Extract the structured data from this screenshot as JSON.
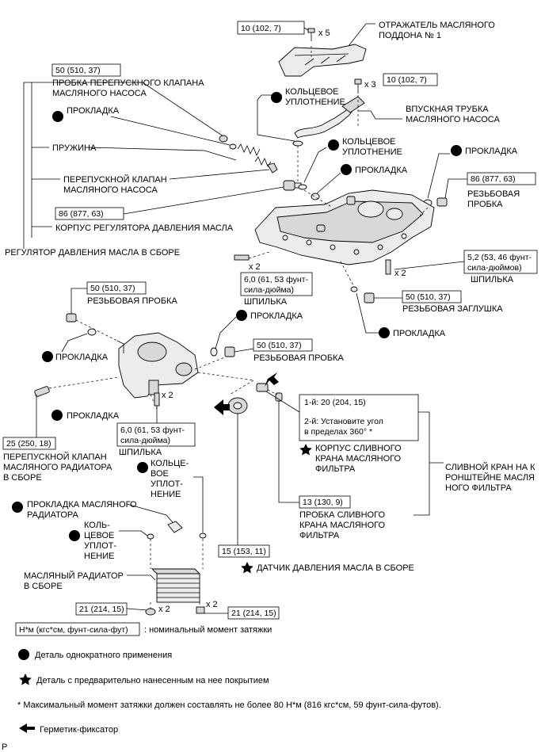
{
  "labels": {
    "baffle": [
      "ОТРАЖАТЕЛЬ МАСЛЯНОГО",
      "ПОДДОНА № 1"
    ],
    "oring_top": [
      "КОЛЬЦЕВОЕ",
      "УПЛОТНЕНИЕ"
    ],
    "inlet_pipe": [
      "ВПУСКНАЯ ТРУБКА",
      "МАСЛЯНОГО НАСОСА"
    ],
    "relief_plug": [
      "ПРОБКА ПЕРЕПУСКНОГО КЛАПАНА",
      "МАСЛЯНОГО НАСОСА"
    ],
    "gasket": "ПРОКЛАДКА",
    "spring": "ПРУЖИНА",
    "relief_valve": [
      "ПЕРЕПУСКНОЙ КЛАПАН",
      "МАСЛЯНОГО НАСОСА"
    ],
    "oring_mid": [
      "КОЛЬЦЕВОЕ",
      "УПЛОТНЕНИЕ"
    ],
    "threaded_plug": [
      "РЕЗЬБОВАЯ",
      "ПРОБКА"
    ],
    "regulator_body": "КОРПУС РЕГУЛЯТОРА ДАВЛЕНИЯ МАСЛА",
    "regulator_assy": "РЕГУЛЯТОР ДАВЛЕНИЯ МАСЛА В СБОРЕ",
    "stud": "ШПИЛЬКА",
    "threaded_plug_one": "РЕЗЬБОВАЯ ПРОБКА",
    "threaded_cap": "РЕЗЬБОВАЯ ЗАГЛУШКА",
    "cooler_bypass": [
      "ПЕРЕПУСКНОЙ КЛАПАН",
      "МАСЛЯНОГО РАДИАТОРА",
      "В СБОРЕ"
    ],
    "drain_body": [
      "КОРПУС СЛИВНОГО",
      "КРАНА МАСЛЯНОГО",
      "ФИЛЬТРА"
    ],
    "drain_cock_assy": [
      "СЛИВНОЙ КРАН НА К",
      "РОНШТЕЙНЕ МАСЛЯ",
      "НОГО ФИЛЬТРА"
    ],
    "drain_plug": [
      "ПРОБКА СЛИВНОГО",
      "КРАНА МАСЛЯНОГО",
      "ФИЛЬТРА"
    ],
    "oring_cooler_right": [
      "КОЛЬЦЕ-",
      "ВОЕ",
      "УПЛОТ-",
      "НЕНИЕ"
    ],
    "cooler_gasket": [
      "ПРОКЛАДКА МАСЛЯНОГО",
      "РАДИАТОРА"
    ],
    "oring_cooler_left": [
      "КОЛЬ-",
      "ЦЕВОЕ",
      "УПЛОТ-",
      "НЕНИЕ"
    ],
    "oil_cooler": [
      "МАСЛЯНЫЙ РАДИАТОР",
      "В СБОРЕ"
    ],
    "pressure_sensor": "ДАТЧИК ДАВЛЕНИЯ МАСЛА В СБОРЕ"
  },
  "torques": {
    "t10_a": "10 (102, 7)",
    "t10_b": "10 (102, 7)",
    "t50_relief": "50 (510, 37)",
    "t86_right": "86 (877, 63)",
    "t86_left": "86 (877, 63)",
    "t52": [
      "5,2 (53, 46 фунт-",
      "сила-дюймов)"
    ],
    "t6_stud_pan": [
      "6,0 (61, 53 фунт-",
      "сила-дюйма)"
    ],
    "t50_cap": "50 (510, 37)",
    "t50_plug_left": "50 (510, 37)",
    "t50_plug_mid": "50 (510, 37)",
    "t6_stud_bracket": [
      "6,0 (61, 53 фунт-",
      "сила-дюйма)"
    ],
    "drain_steps": [
      "1-й: 20 (204, 15)",
      "2-й: Установите угол",
      "в пределах 360° *"
    ],
    "t25": "25 (250, 18)",
    "t13": "13 (130, 9)",
    "t15": "15 (153, 11)",
    "t21_left": "21 (214, 15)",
    "t21_right": "21 (214, 15)"
  },
  "quantities": {
    "x5": "x 5",
    "x3": "x 3",
    "x2": "x 2"
  },
  "legend": {
    "torque_format": "Н*м (кгс*см, фунт-сила-фут)",
    "torque_desc": ": номинальный момент затяжки",
    "non_reusable": "Деталь однократного применения",
    "precoated": "Деталь с предварительно нанесенным на нее покрытием",
    "note": "* Максимальный момент затяжки должен составлять не более 80 Н*м (816 кгс*см, 59 фунт-сила-футов).",
    "sealant": "Герметик-фиксатор"
  },
  "corner_mark": "P"
}
